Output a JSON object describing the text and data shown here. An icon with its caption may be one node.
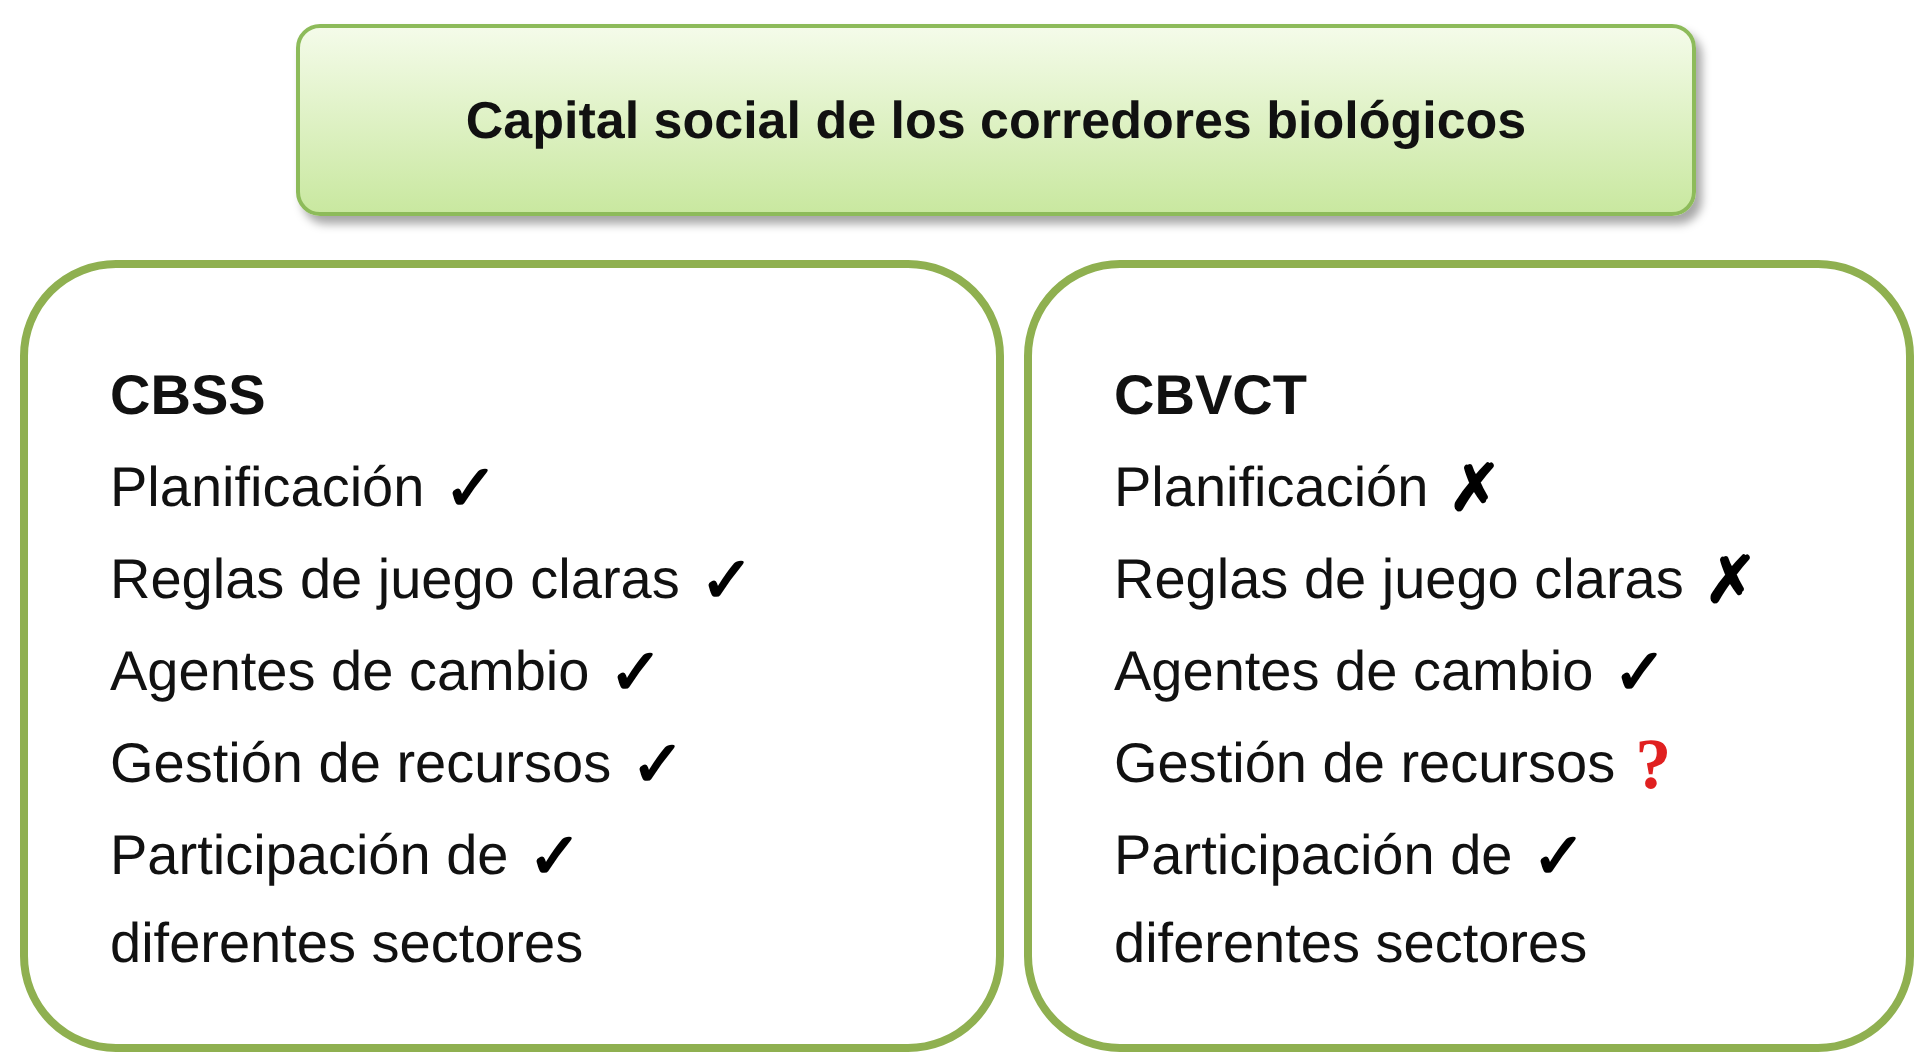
{
  "diagram": {
    "nodes": [
      {
        "text": [
          "Capital social de los corredores biológicos"
        ]
      },
      {
        "text": [
          "CBSS",
          "Planificación",
          "✓",
          "Reglas de juego claras",
          "✓",
          "Agentes de cambio",
          "✓",
          "Gestión de recursos",
          "✓",
          "Participación de diferentes sectores",
          "✓"
        ]
      },
      {
        "text": [
          "CBVCT",
          "Planificación",
          "✗",
          "Reglas de juego claras",
          "✗",
          "Agentes de cambio",
          "✓",
          "Gestión de recursos",
          "?",
          "Participación de diferentes sectores",
          "✓"
        ]
      }
    ]
  }
}
